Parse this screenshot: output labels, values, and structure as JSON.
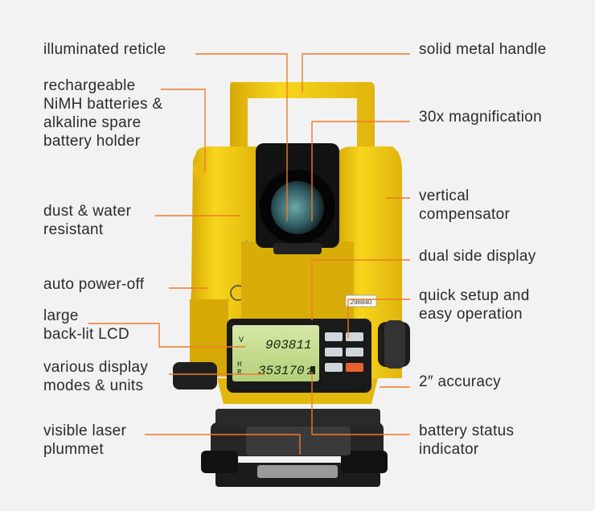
{
  "labels_left": [
    {
      "id": "illuminated-reticle",
      "lines": [
        "illuminated reticle"
      ]
    },
    {
      "id": "rechargeable-batteries",
      "lines": [
        "rechargeable",
        "NiMH batteries &",
        "alkaline spare",
        "battery holder"
      ]
    },
    {
      "id": "dust-water",
      "lines": [
        "dust & water",
        "resistant"
      ]
    },
    {
      "id": "auto-power-off",
      "lines": [
        "auto power-off"
      ]
    },
    {
      "id": "large-lcd",
      "lines": [
        "large",
        "back-lit LCD"
      ]
    },
    {
      "id": "display-modes",
      "lines": [
        "various display",
        "modes & units"
      ]
    },
    {
      "id": "laser-plummet",
      "lines": [
        "visible laser",
        "plummet"
      ]
    }
  ],
  "labels_right": [
    {
      "id": "metal-handle",
      "lines": [
        "solid metal handle"
      ]
    },
    {
      "id": "magnification",
      "lines": [
        "30x magnification"
      ]
    },
    {
      "id": "vertical-compensator",
      "lines": [
        "vertical",
        "compensator"
      ]
    },
    {
      "id": "dual-display",
      "lines": [
        "dual side display"
      ]
    },
    {
      "id": "quick-setup",
      "lines": [
        "quick setup and",
        "easy operation"
      ]
    },
    {
      "id": "accuracy",
      "lines": [
        "2″ accuracy"
      ]
    },
    {
      "id": "battery-indicator",
      "lines": [
        "battery status",
        "indicator"
      ]
    }
  ],
  "lcd": {
    "v_label": "V",
    "v_value": "903811",
    "h_label": "H",
    "hr_label": "R",
    "h_value": "353170",
    "h_suffix": "2"
  },
  "serial_tag": "298840",
  "colors": {
    "leader": "#f07a2a",
    "body": "#f2cc14",
    "body_shade": "#d9ae06",
    "text": "#2b2b2b"
  }
}
